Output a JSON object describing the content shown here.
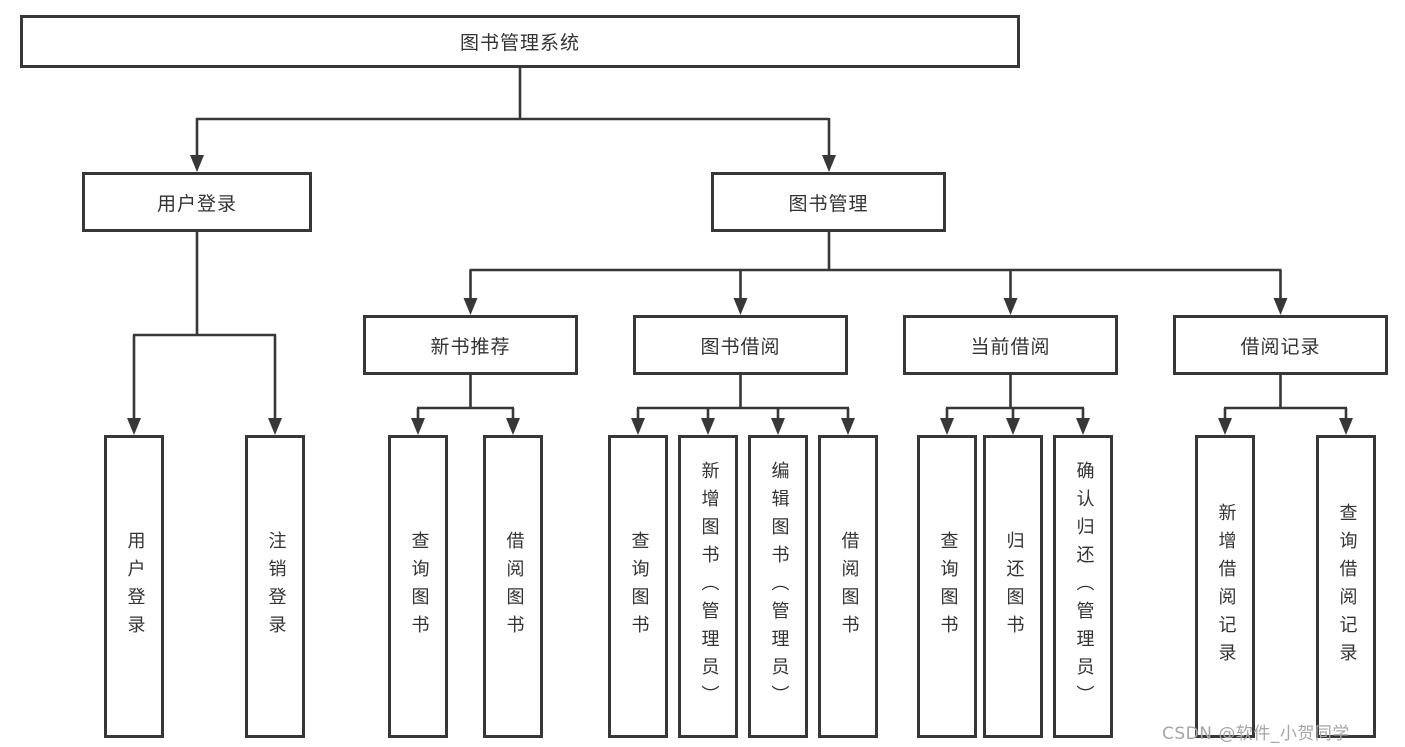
{
  "tree": {
    "label": "图书管理系统",
    "children": [
      {
        "label": "用户登录",
        "children": [
          {
            "label": "用户登录"
          },
          {
            "label": "注销登录"
          }
        ]
      },
      {
        "label": "图书管理",
        "children": [
          {
            "label": "新书推荐",
            "children": [
              {
                "label": "查询图书"
              },
              {
                "label": "借阅图书"
              }
            ]
          },
          {
            "label": "图书借阅",
            "children": [
              {
                "label": "查询图书"
              },
              {
                "label": "新增图书（管理员）"
              },
              {
                "label": "编辑图书（管理员）"
              },
              {
                "label": "借阅图书"
              }
            ]
          },
          {
            "label": "当前借阅",
            "children": [
              {
                "label": "查询图书"
              },
              {
                "label": "归还图书"
              },
              {
                "label": "确认归还（管理员）"
              }
            ]
          },
          {
            "label": "借阅记录",
            "children": [
              {
                "label": "新增借阅记录"
              },
              {
                "label": "查询借阅记录"
              }
            ]
          }
        ]
      }
    ]
  },
  "watermark": {
    "text": "CSDN @软件_小贺同学"
  },
  "colors": {
    "line": "#373737",
    "text": "#333333",
    "background": "#ffffff",
    "watermark": "#a6a6a6"
  }
}
